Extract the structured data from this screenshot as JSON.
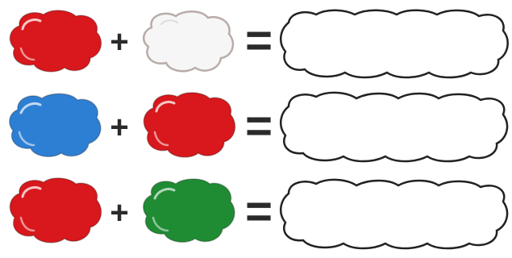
{
  "colors": {
    "red": "#d8181c",
    "white": "#f6f6f6",
    "blue": "#2d7fd4",
    "green": "#1f8c34",
    "outline": "#222222"
  },
  "rows": [
    {
      "left": "red",
      "operator": "+",
      "right": "white",
      "equals": "=",
      "answer": ""
    },
    {
      "left": "blue",
      "operator": "+",
      "right": "red",
      "equals": "=",
      "answer": ""
    },
    {
      "left": "red",
      "operator": "+",
      "right": "green",
      "equals": "=",
      "answer": ""
    }
  ]
}
